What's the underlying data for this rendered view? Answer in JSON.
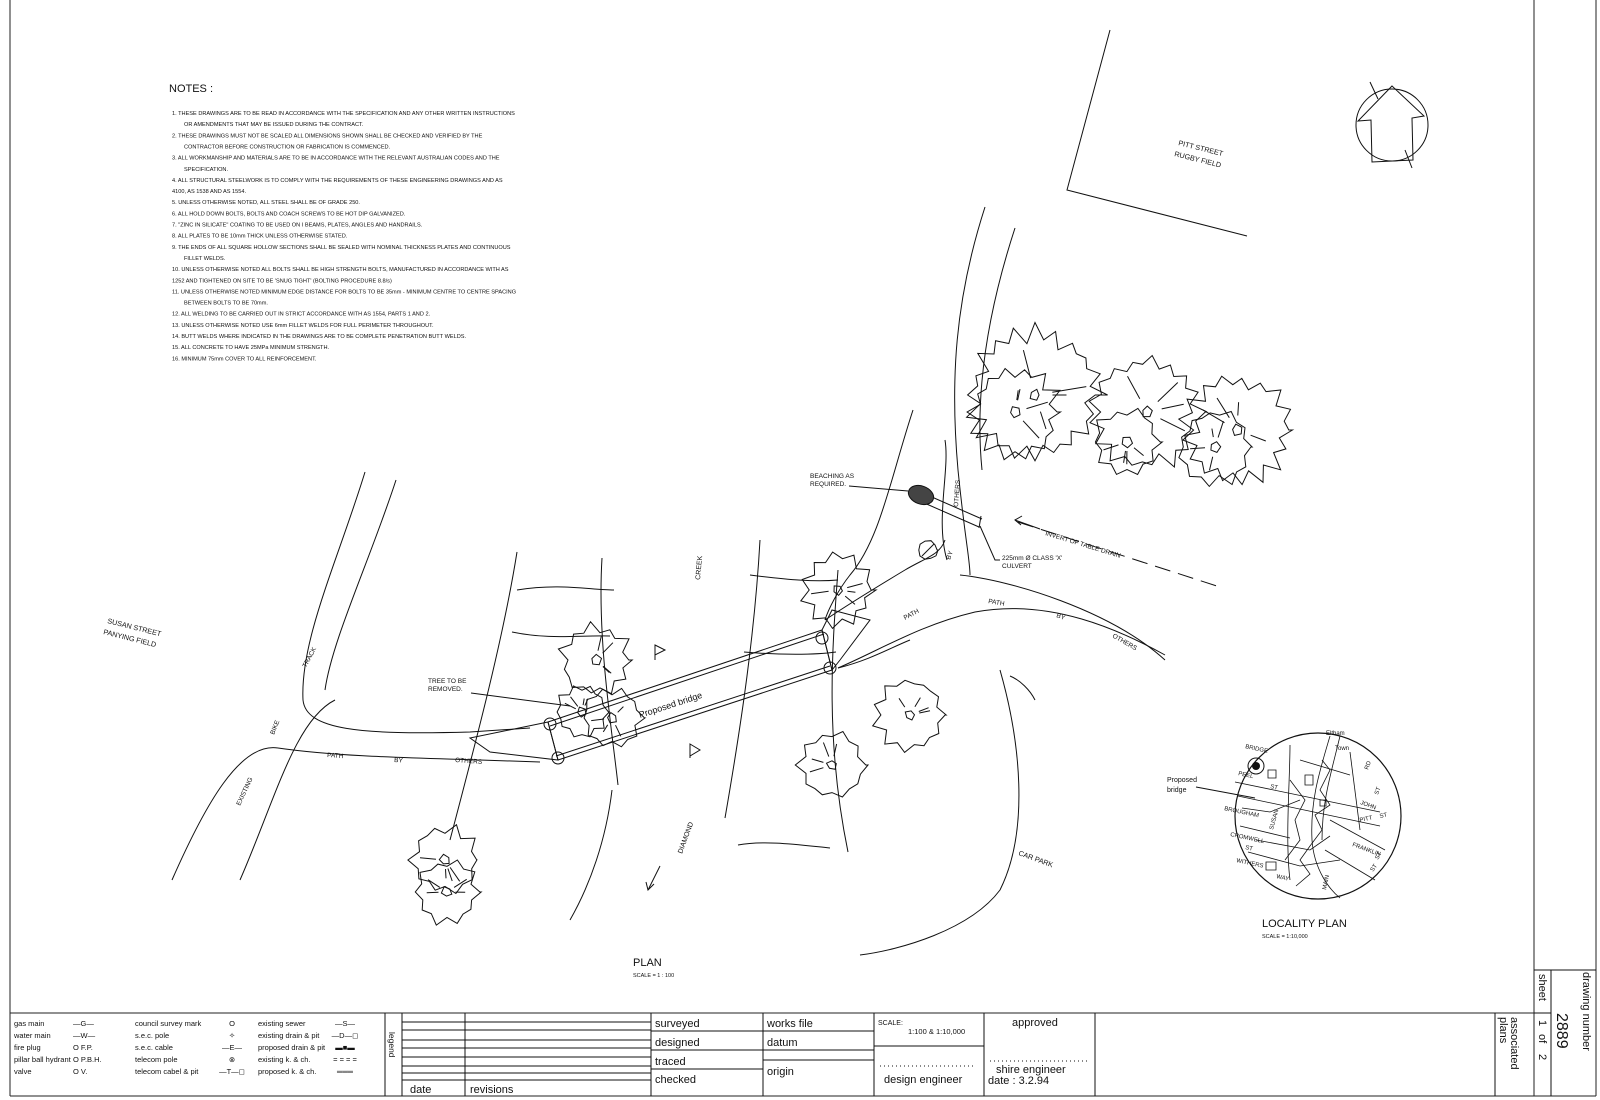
{
  "notes": {
    "title": "NOTES :",
    "lines": [
      "1.  THESE DRAWINGS ARE TO BE READ IN ACCORDANCE WITH THE SPECIFICATION AND ANY OTHER WRITTEN INSTRUCTIONS",
      "OR AMENDMENTS THAT MAY BE ISSUED DURING THE CONTRACT.",
      "2.  THESE DRAWINGS MUST NOT BE SCALED ALL DIMENSIONS SHOWN SHALL BE CHECKED AND VERIFIED BY THE",
      "CONTRACTOR BEFORE CONSTRUCTION OR FABRICATION IS COMMENCED.",
      "3.  ALL WORKMANSHIP AND MATERIALS ARE TO BE IN ACCORDANCE WITH THE RELEVANT AUSTRALIAN CODES AND THE",
      "SPECIFICATION.",
      "4.  ALL STRUCTURAL STEELWORK IS TO COMPLY WITH THE REQUIREMENTS OF THESE ENGINEERING DRAWINGS AND AS",
      "4100, AS 1538 AND AS 1554.",
      "5.  UNLESS OTHERWISE NOTED, ALL STEEL SHALL BE OF GRADE 250.",
      "6.  ALL HOLD DOWN BOLTS, BOLTS AND COACH SCREWS TO BE HOT DIP GALVANIZED.",
      "7.  \"ZINC IN SILICATE\" COATING TO BE USED ON I BEAMS, PLATES, ANGLES AND HANDRAILS.",
      "8.  ALL PLATES TO BE 10mm THICK UNLESS OTHERWISE STATED.",
      "9.  THE ENDS OF ALL SQUARE HOLLOW SECTIONS SHALL BE SEALED WITH NOMINAL THICKNESS PLATES AND CONTINUOUS",
      "FILLET WELDS.",
      "10. UNLESS OTHERWISE NOTED ALL BOLTS SHALL BE HIGH STRENGTH BOLTS, MANUFACTURED IN ACCORDANCE WITH AS",
      "1252 AND TIGHTENED ON SITE TO BE 'SNUG TIGHT' (BOLTING PROCEDURE 8.8/s)",
      "11. UNLESS OTHERWISE NOTED MINIMUM EDGE DISTANCE FOR BOLTS TO BE 35mm - MINIMUM CENTRE TO CENTRE SPACING",
      "BETWEEN BOLTS TO BE 70mm.",
      "12. ALL WELDING TO BE CARRIED OUT IN STRICT ACCORDANCE WITH AS 1554, PARTS 1 AND 2.",
      "13. UNLESS OTHERWISE NOTED USE 6mm FILLET WELDS FOR FULL PERIMETER THROUGHOUT.",
      "14. BUTT WELDS WHERE INDICATED IN THE DRAWINGS ARE TO BE COMPLETE PENETRATION BUTT WELDS.",
      "15. ALL CONCRETE TO HAVE 25MPa MINIMUM STRENGTH.",
      "16. MINIMUM 75mm COVER TO ALL REINFORCEMENT."
    ]
  },
  "labels": {
    "pitt_street": "PITT STREET",
    "rugby_field": "RUGBY FIELD",
    "susan_street": "SUSAN STREET",
    "panying_field": "PANYING FIELD",
    "track": "TRACK",
    "bike": "BIKE",
    "existing": "EXISTING",
    "path_left": "PATH",
    "by_left": "BY",
    "others_left": "OTHERS",
    "tree_removed_1": "TREE TO BE",
    "tree_removed_2": "REMOVED.",
    "proposed_bridge": "Proposed bridge",
    "creek": "CREEK",
    "diamond": "DIAMOND",
    "beaching_1": "BEACHING AS",
    "beaching_2": "REQUIRED.",
    "others_top": "OTHERS",
    "by_top": "BY",
    "path_mid": "PATH",
    "culvert_1": "225mm Ø CLASS 'X'",
    "culvert_2": "CULVERT",
    "invert": "INVERT OF TABLE DRAIN",
    "path_right": "PATH",
    "by_right": "BY",
    "others_right": "OTHERS",
    "car_park": "CAR PARK",
    "plan_title": "PLAN",
    "plan_scale": "SCALE  = 1 : 100",
    "locality_title": "LOCALITY PLAN",
    "locality_scale": "SCALE  = 1:10,000",
    "proposed_1": "Proposed",
    "proposed_2": "bridge",
    "map_bridge": "BRIDGE",
    "map_eltham": "Eltham",
    "map_town": "Town",
    "map_peel": "PEEL",
    "map_st1": "ST",
    "map_brougham": "BROUGHAM",
    "map_susan": "SUSAN",
    "map_cromwell": "CROMWELL",
    "map_st2": "ST",
    "map_withers": "WITHERS",
    "map_way": "WAY",
    "map_main": "MAIN",
    "map_pitt": "PITT",
    "map_st3": "ST",
    "map_franklin": "FRANKLIN",
    "map_st4": "ST",
    "map_john": "JOHN",
    "map_st5": "ST",
    "map_st6": "ST",
    "map_rd": "RD"
  },
  "legend": {
    "title": "legend",
    "col1": [
      "gas main",
      "water main",
      "fire plug",
      "pillar ball hydrant",
      "valve"
    ],
    "col1_sym": [
      "—G—",
      "—W—",
      "O F.P.",
      "O P.B.H.",
      "O V."
    ],
    "col2": [
      "council survey mark",
      "s.e.c. pole",
      "s.e.c. cable",
      "telecom pole",
      "telecom cabel & pit"
    ],
    "col2_sym": [
      "O",
      "✧",
      "—E—",
      "⊗",
      "—T—◻"
    ],
    "col3": [
      "existing sewer",
      "existing drain & pit",
      "proposed drain & pit",
      "existing k. & ch.",
      "proposed k. & ch."
    ],
    "col3_sym": [
      "—S—",
      "—D—◻",
      "▬■▬",
      "= = = =",
      "═══"
    ]
  },
  "title_block": {
    "date": "date",
    "revisions": "revisions",
    "surveyed": "surveyed",
    "designed": "designed",
    "traced": "traced",
    "checked": "checked",
    "works_file": "works file",
    "datum": "datum",
    "origin": "origin",
    "scale_label": "SCALE:",
    "scale_value": "1:100 & 1:10,000",
    "design_engineer": "design engineer",
    "approved": "approved",
    "shire_engineer": "shire engineer",
    "approved_date": "date : 3.2.94",
    "associated": "associated",
    "plans": "plans",
    "sheet": "sheet",
    "sheet_no": "1",
    "sheet_of": "of",
    "sheet_total": "2",
    "drawing_number_label": "drawing number",
    "drawing_number": "2889"
  }
}
